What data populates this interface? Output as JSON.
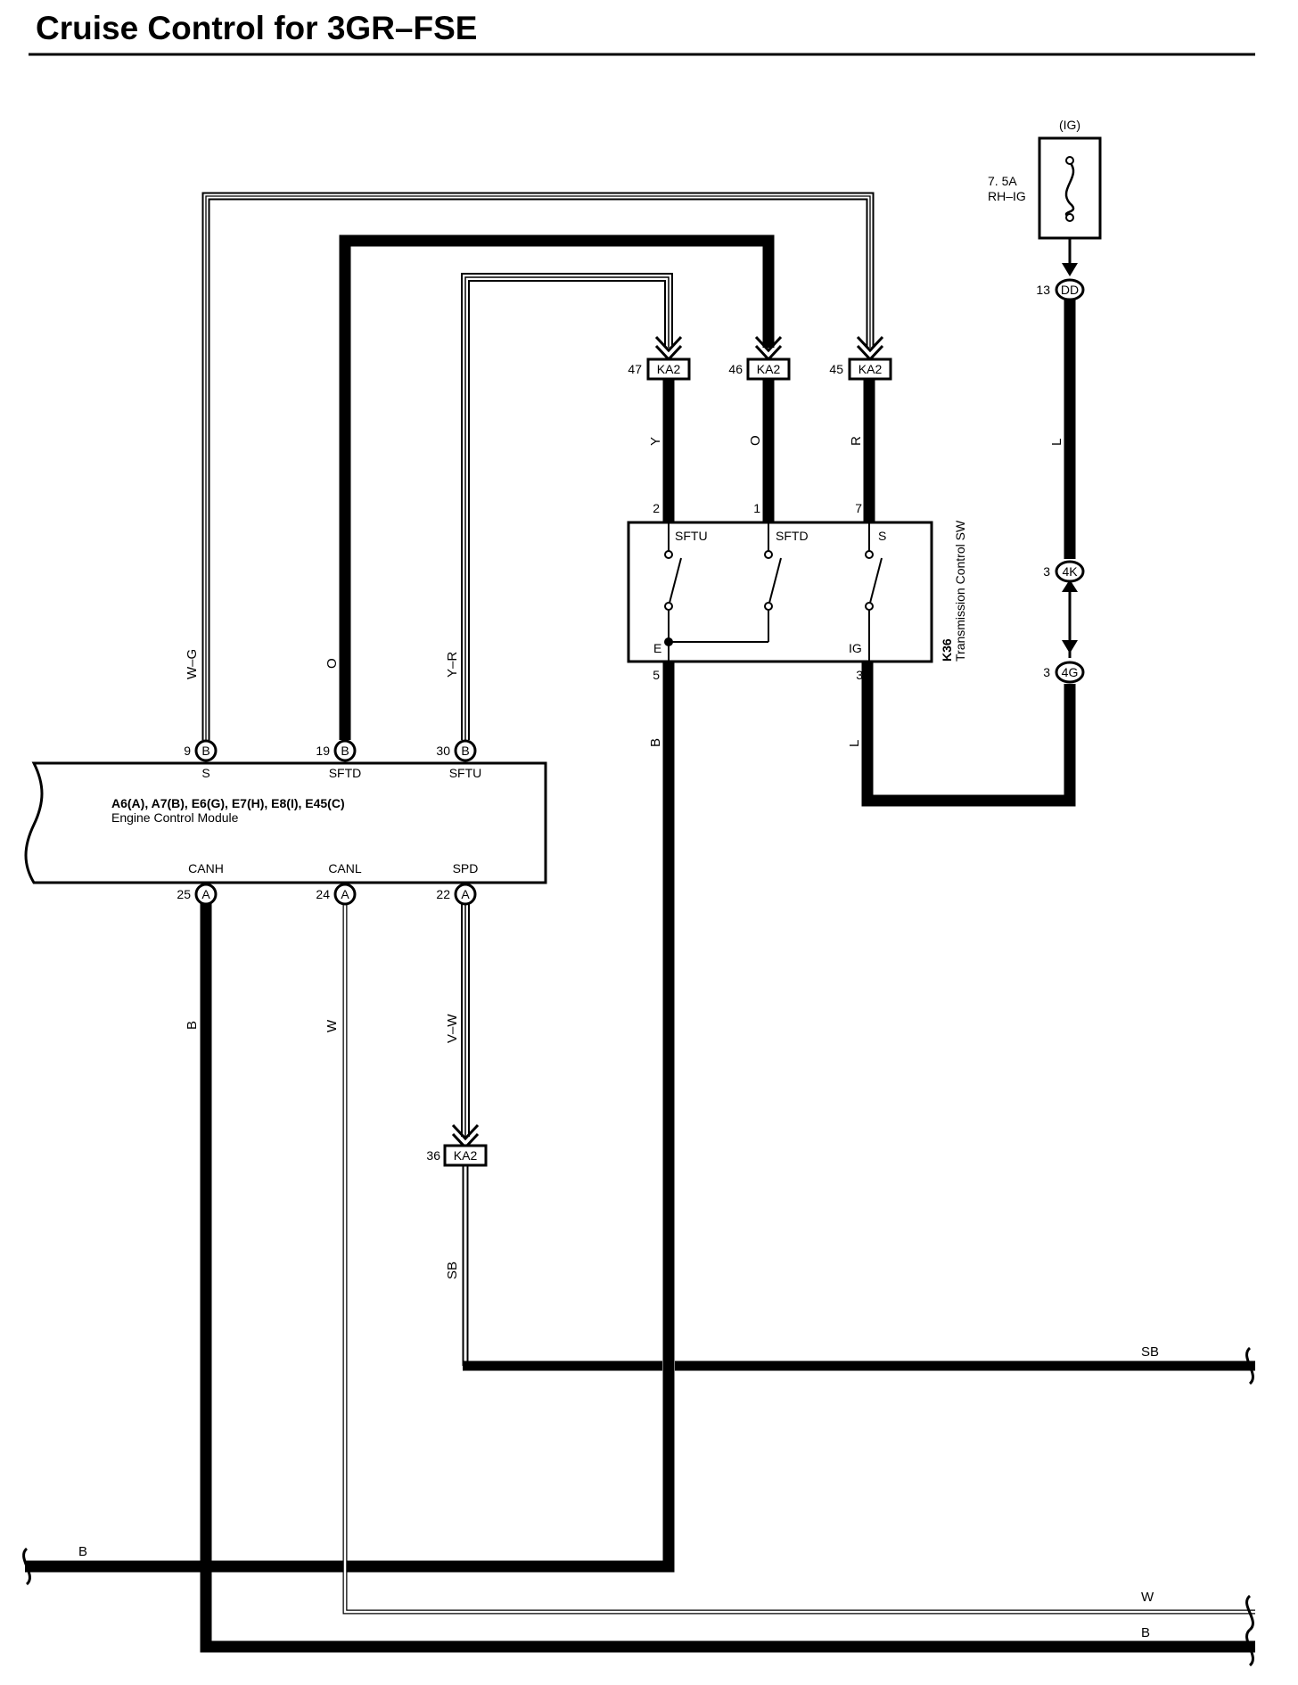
{
  "title": "Cruise Control for 3GR–FSE",
  "ecm": {
    "codes": "A6(A), A7(B), E6(G), E7(H), E8(I), E45(C)",
    "name": "Engine Control Module",
    "terminals": {
      "s": "S",
      "sftd": "SFTD",
      "sftu": "SFTU",
      "canh": "CANH",
      "canl": "CANL",
      "spd": "SPD"
    },
    "pins": {
      "s": "9",
      "sftd": "19",
      "sftu": "30",
      "canh": "25",
      "canl": "24",
      "spd": "22"
    },
    "connectors": {
      "b": "B",
      "a": "A"
    }
  },
  "switch": {
    "code": "K36",
    "name": "Transmission Control SW",
    "terminals": {
      "sftu": "SFTU",
      "sftd": "SFTD",
      "s": "S",
      "e": "E",
      "ig": "IG"
    },
    "pins": {
      "sftu": "2",
      "sftd": "1",
      "s": "7",
      "e": "5",
      "ig": "3"
    }
  },
  "fuse": {
    "supply": "(IG)",
    "rating": "7. 5A",
    "name": "RH–IG"
  },
  "junctions": {
    "dd": {
      "pin": "13",
      "label": "DD"
    },
    "k4": {
      "pin": "3",
      "label": "4K"
    },
    "g4": {
      "pin": "3",
      "label": "4G"
    }
  },
  "ka2": {
    "label": "KA2",
    "pins": {
      "p47": "47",
      "p46": "46",
      "p45": "45",
      "p36": "36"
    }
  },
  "wires": {
    "wg": "W–G",
    "o_ecm": "O",
    "yr": "Y–R",
    "y": "Y",
    "o_sw": "O",
    "r": "R",
    "l_fuse": "L",
    "l_sw": "L",
    "b_sw": "B",
    "b_canh": "B",
    "w_canl": "W",
    "vw": "V–W",
    "sb_vert": "SB",
    "sb_bus": "SB",
    "b_bus_left": "B",
    "w_bus": "W",
    "b_bus_bottom": "B"
  }
}
